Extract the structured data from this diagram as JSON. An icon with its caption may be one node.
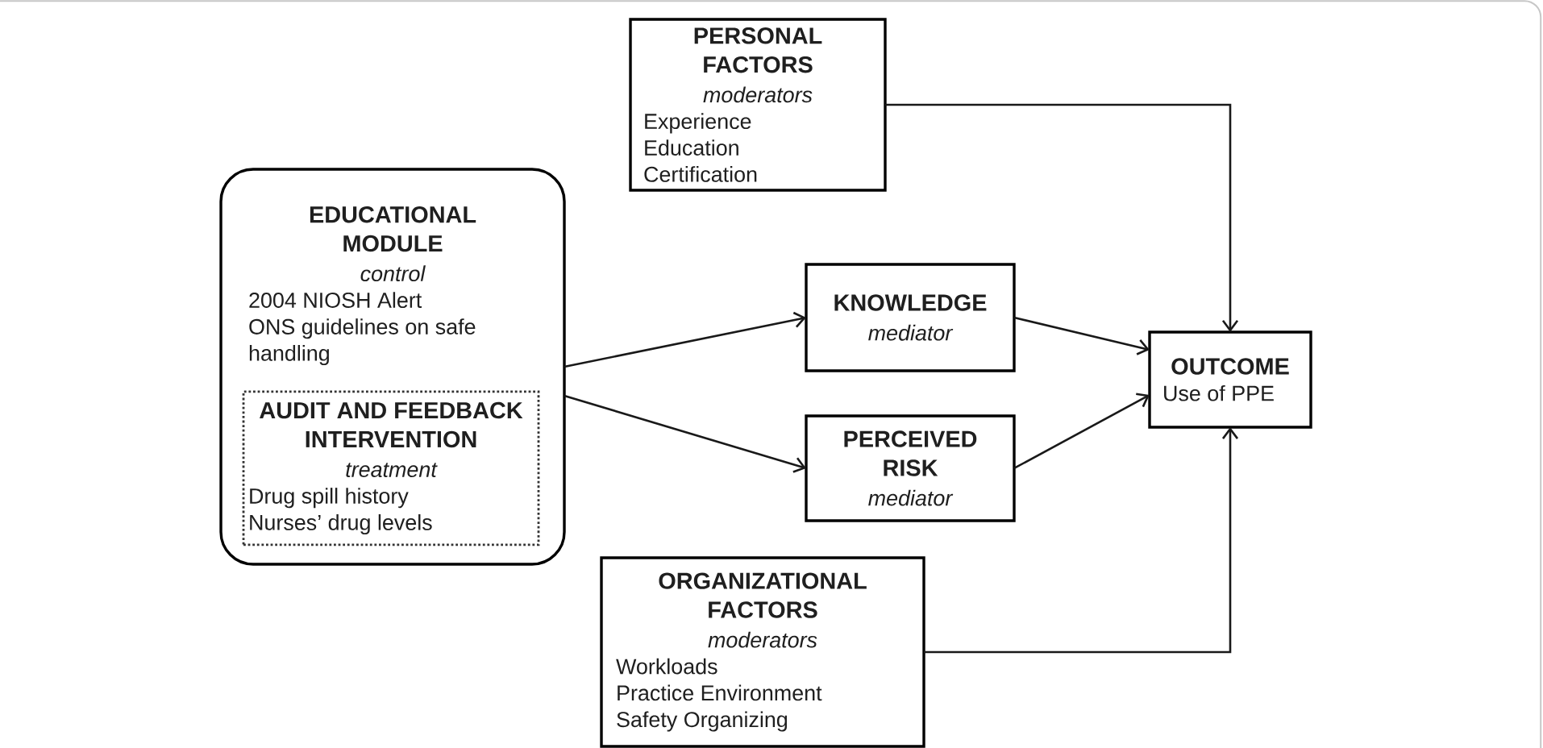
{
  "diagram": {
    "nodes": [
      {
        "text": [
          "PERSONAL FACTORS",
          "moderators",
          "Experience",
          "Education",
          "Certification"
        ]
      },
      {
        "text": [
          "EDUCATIONAL MODULE",
          "control",
          "2004 NIOSH Alert",
          "ONS guidelines on safe handling"
        ]
      },
      {
        "text": [
          "AUDIT AND FEEDBACK INTERVENTION",
          "treatment",
          "Drug spill history",
          "Nurses’ drug levels"
        ],
        "in": 1
      },
      {
        "text": [
          "KNOWLEDGE",
          "mediator"
        ]
      },
      {
        "text": [
          "PERCEIVED RISK",
          "mediator"
        ]
      },
      {
        "text": [
          "OUTCOME",
          "Use of PPE"
        ]
      },
      {
        "text": [
          "ORGANIZATIONAL FACTORS",
          "moderators",
          "Workloads",
          "Practice Environment",
          "Safety Organizing"
        ]
      }
    ],
    "edges": [
      {
        "from": 1,
        "to": 3,
        "arrow": "to"
      },
      {
        "from": 1,
        "to": 4,
        "arrow": "to"
      },
      {
        "from": 3,
        "to": 5,
        "arrow": "to"
      },
      {
        "from": 4,
        "to": 5,
        "arrow": "to"
      },
      {
        "from": 0,
        "to": 5,
        "arrow": "to"
      },
      {
        "from": 6,
        "to": 5,
        "arrow": "to"
      }
    ]
  }
}
